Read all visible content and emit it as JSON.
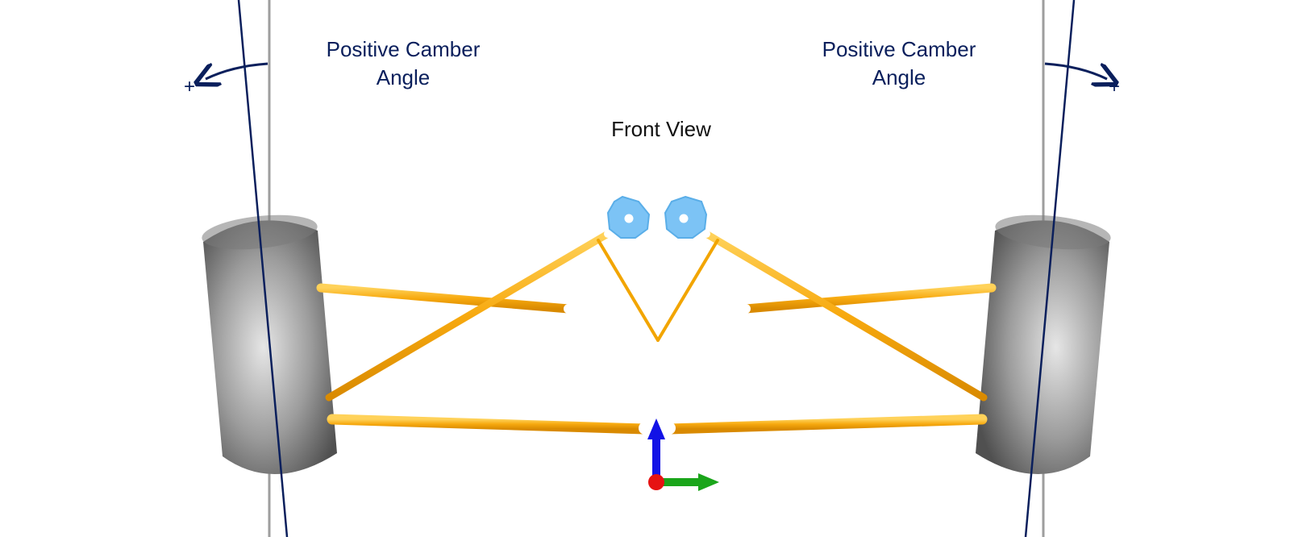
{
  "diagram": {
    "title": "Front View",
    "left_label": "Positive Camber\nAngle",
    "right_label": "Positive Camber\nAngle",
    "left_sign": "+",
    "right_sign": "+"
  },
  "colors": {
    "label_text": "#0a1f5c",
    "camber_line": "#0a1f5c",
    "vertical_reference": "#9e9e9e",
    "suspension_arm": "#f7a90f",
    "upright_joint": "#7cc3f5",
    "tire": "#8a8a8a",
    "axis_z": "#1212e6",
    "axis_y": "#1aa51a",
    "axis_origin": "#e61212"
  }
}
